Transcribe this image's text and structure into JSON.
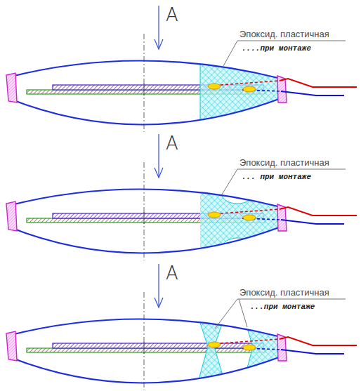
{
  "diagram": {
    "labels": [
      "А",
      "Эпоксид. пластичная",
      "....при монтаже",
      "А",
      "Эпоксид. пластичная",
      "... при монтаже",
      "А",
      "Эпоксид. пластичная",
      "...при монтаже"
    ]
  }
}
